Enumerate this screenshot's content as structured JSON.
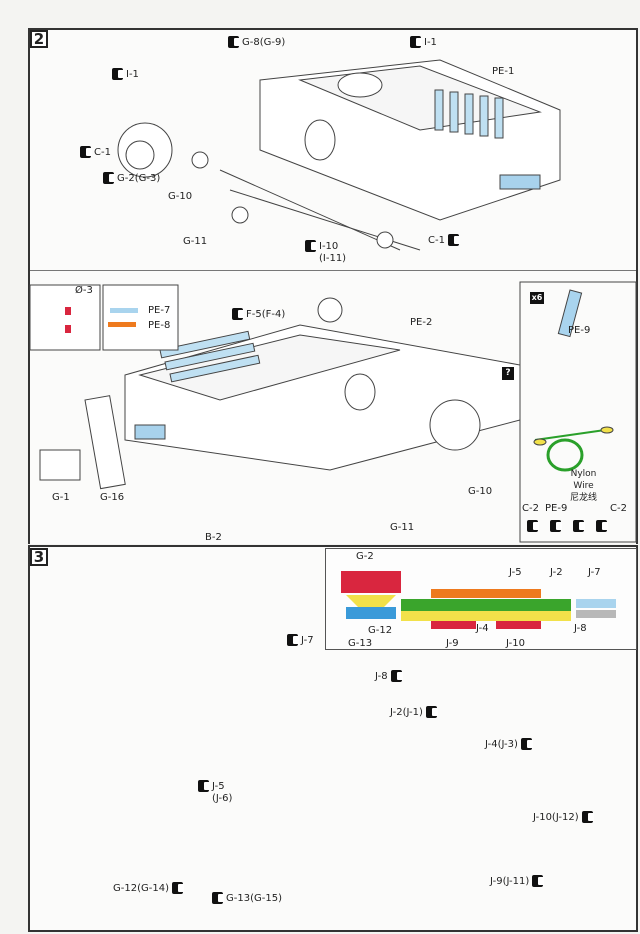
{
  "step2": {
    "number": "2",
    "top_labels": [
      "G-8(G-9)",
      "I-1",
      "I-1",
      "PE-1",
      "C-1",
      "G-2(G-3)",
      "G-10",
      "G-11",
      "I-10",
      "(I-11)",
      "C-1"
    ],
    "detail_tracks": {
      "o3": "Ø-3",
      "pe7": "PE-7",
      "pe8": "PE-8"
    },
    "lower_labels": [
      "F-5(F-4)",
      "PE-2",
      "G-1",
      "G-16",
      "B-2",
      "G-10",
      "G-11"
    ],
    "question_icon": "?",
    "side_detail": {
      "multiplier": "x6",
      "pe9_top": "PE-9",
      "c2_left": "C-2",
      "pe9": "PE-9",
      "nylon": "Nylon",
      "wire": "Wire",
      "nylon_cn": "尼龙线",
      "c2_right": "C-2"
    }
  },
  "step3": {
    "number": "3",
    "labels": [
      "J-7",
      "J-8",
      "J-2(J-1)",
      "J-4(J-3)",
      "J-5",
      "(J-6)",
      "J-10(J-12)",
      "J-9(J-11)",
      "G-12(G-14)",
      "G-13(G-15)"
    ],
    "legend": {
      "g2": "G-2",
      "g12": "G-12",
      "g13": "G-13",
      "j5": "J-5",
      "j2": "J-2",
      "j7": "J-7",
      "j4": "J-4",
      "j9": "J-9",
      "j10": "J-10",
      "j8": "J-8"
    }
  },
  "colors": {
    "red": "#d9263f",
    "yellow": "#f2e14a",
    "blue": "#3a9ad9",
    "orange": "#ee7a1e",
    "green": "#3aa52c",
    "light_blue": "#a9d4ee",
    "grey": "#b8b8b8",
    "part_blue": "#a8d2ec",
    "nylon_green": "#2aa02a"
  }
}
